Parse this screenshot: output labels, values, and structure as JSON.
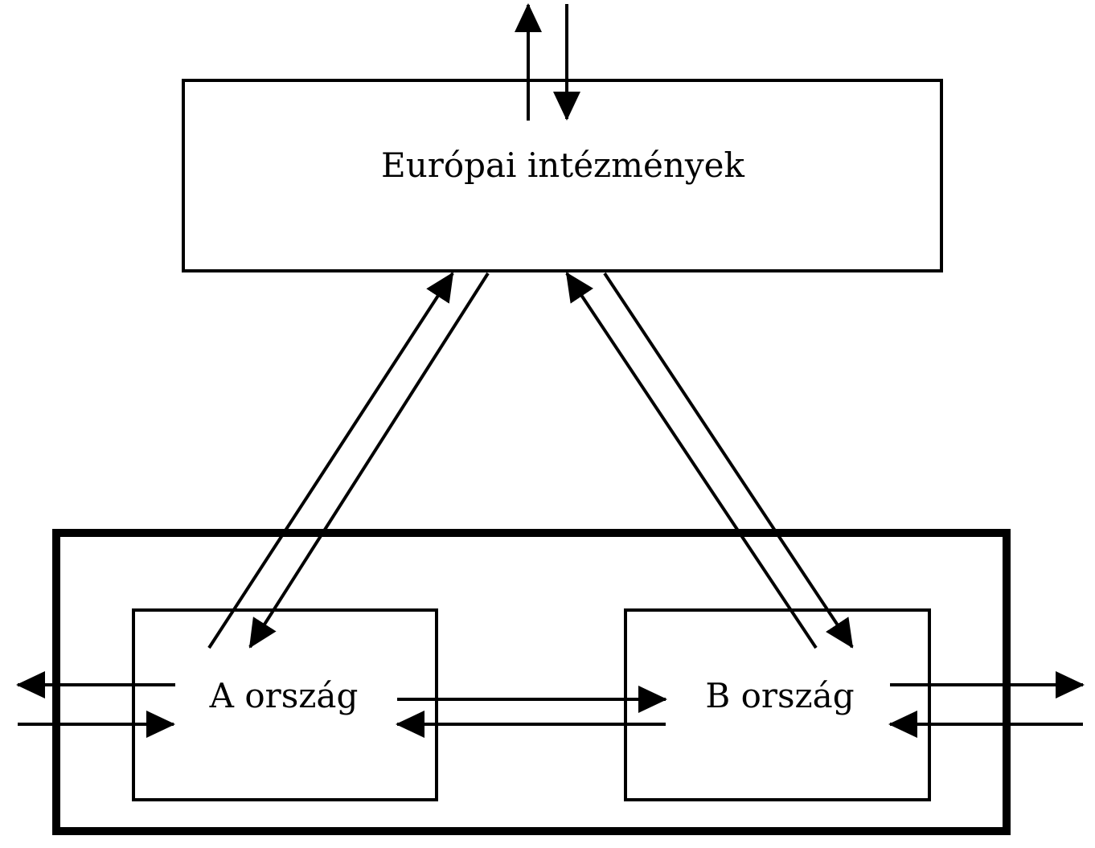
{
  "diagram": {
    "nodes": {
      "european_institutions": "Európai intézmények",
      "country_a": "A ország",
      "country_b": "B ország"
    },
    "edges": [
      {
        "from": "european_institutions",
        "to": "outside"
      },
      {
        "from": "outside",
        "to": "european_institutions"
      },
      {
        "from": "country_a",
        "to": "european_institutions"
      },
      {
        "from": "european_institutions",
        "to": "country_a"
      },
      {
        "from": "country_b",
        "to": "european_institutions"
      },
      {
        "from": "european_institutions",
        "to": "country_b"
      },
      {
        "from": "country_a",
        "to": "country_b"
      },
      {
        "from": "country_b",
        "to": "country_a"
      },
      {
        "from": "country_a",
        "to": "outside-left"
      },
      {
        "from": "outside-left",
        "to": "country_a"
      },
      {
        "from": "country_b",
        "to": "outside-right"
      },
      {
        "from": "outside-right",
        "to": "country_b"
      }
    ],
    "colors": {
      "stroke": "#000000",
      "background": "#ffffff"
    }
  }
}
